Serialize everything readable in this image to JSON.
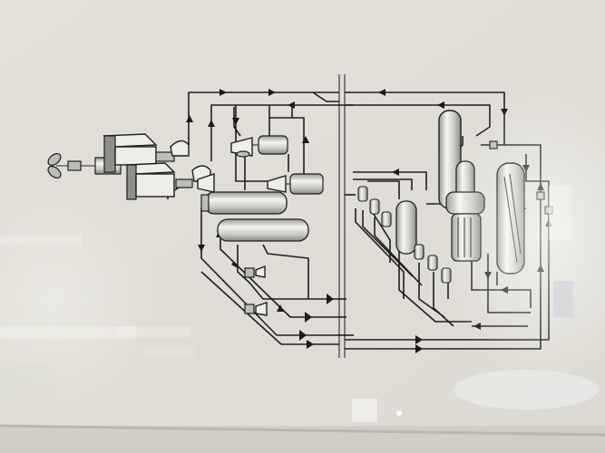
{
  "image": {
    "subject": "photograph-of-framed-process-flow-diagram",
    "printed_text": []
  },
  "colors": {
    "paper": "#e6e4dc",
    "ink": "#1e1e1e",
    "reflection": "#f3f2ec"
  },
  "diagram": {
    "left_section": [
      "propeller-drive",
      "feed-block-upper",
      "feed-block-lower",
      "pump-upper-1",
      "pump-upper-2",
      "compressor-1",
      "compressor-2",
      "compressor-3",
      "horizontal-drum-1",
      "horizontal-drum-2",
      "valve-1",
      "valve-2"
    ],
    "right_section": [
      "column-tall",
      "column-reactor",
      "column-right",
      "vessel-small",
      "pump-cluster"
    ],
    "separator": "double-vertical-line"
  }
}
